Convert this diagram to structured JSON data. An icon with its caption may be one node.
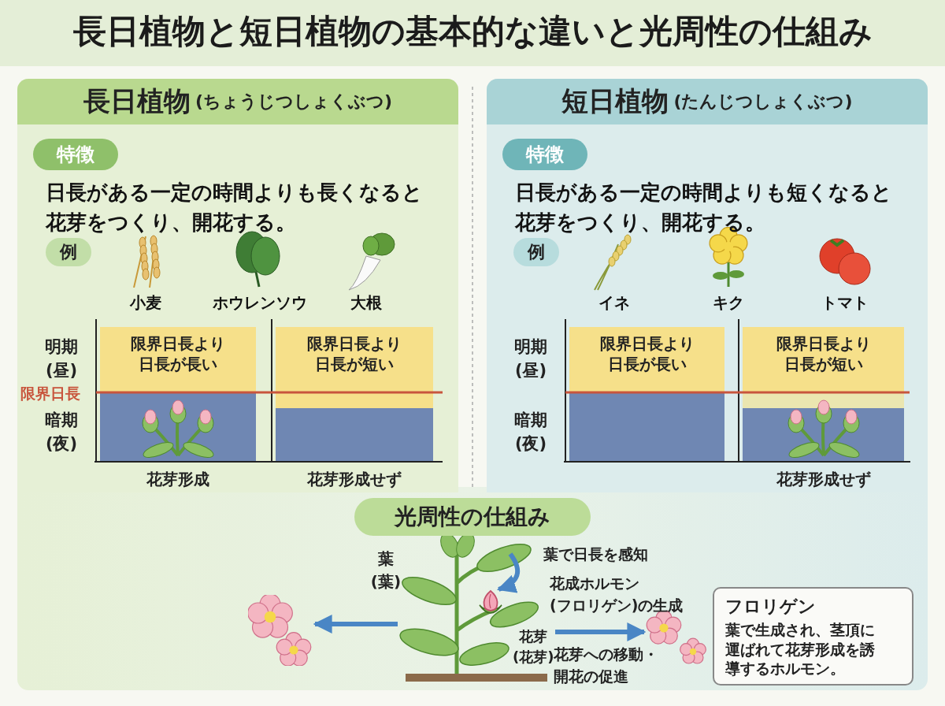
{
  "diagram": {
    "title": "長日植物と短日植物の基本的な違いと光周性の仕組み",
    "nodes": [
      {
        "text": [
          "長日植物",
          "(ちょうじつしょくぶつ)"
        ]
      },
      {
        "text": [
          "特徴"
        ],
        "in": 0
      },
      {
        "text": [
          "例"
        ],
        "in": 0
      },
      {
        "text": [
          "限界日長より日長が長い"
        ],
        "in": 0,
        "beside": [
          "花芽形成"
        ]
      },
      {
        "text": [
          "限界日長より日長が短い"
        ],
        "in": 0,
        "beside": [
          "花芽形成せず"
        ]
      },
      {
        "text": [
          "短日植物",
          "(たんじつしょくぶつ)"
        ]
      },
      {
        "text": [
          "特徴"
        ],
        "in": 5
      },
      {
        "text": [
          "例"
        ],
        "in": 5
      },
      {
        "text": [
          "限界日長より日長が長い"
        ],
        "in": 5
      },
      {
        "text": [
          "限界日長より日長が短い"
        ],
        "in": 5,
        "beside": [
          "花芽形成せず"
        ]
      },
      {
        "text": [
          "光周性の仕組み"
        ]
      },
      {
        "text": [],
        "shape": "picture"
      },
      {
        "text": [],
        "shape": "picture",
        "in": 11
      },
      {
        "text": [],
        "shape": "picture"
      },
      {
        "text": [],
        "shape": "picture"
      },
      {
        "text": [
          "フロリゲン",
          "葉で生成され、茎頂に運ばれて花芽形成を誘導するホルモン。"
        ]
      }
    ],
    "edges": [
      {
        "from": 11,
        "to": 13,
        "arrow": "to"
      },
      {
        "from": null,
        "to": 12,
        "arrow": "to"
      },
      {
        "from": 11,
        "to": 14,
        "arrow": "to"
      }
    ],
    "labels": [
      "日長がある一定の時間よりも長くなると花芽をつくり、開花する。",
      "小麦",
      "ホウレンソウ",
      "大根",
      "明期(昼)",
      "限界日長",
      "暗期(夜)",
      "日長がある一定の時間よりも短くなると花芽をつくり、開花する。",
      "イネ",
      "キク",
      "トマト",
      "明期(昼)",
      "暗期(夜)",
      "葉(葉)",
      "葉で日長を感知",
      "花成ホルモン(フロリゲン)の生成",
      "花芽(花芽)",
      "花芽への移動・開花の促進"
    ]
  }
}
